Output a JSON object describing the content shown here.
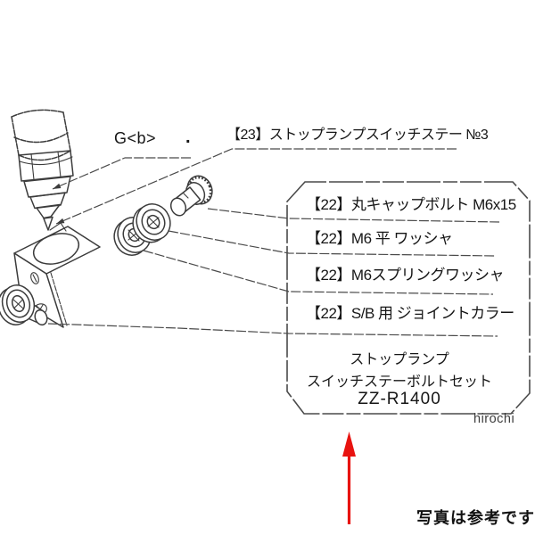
{
  "colors": {
    "background": "#ffffff",
    "line": "#3c3c3c",
    "text": "#161616",
    "watermark": "#3d3d3d",
    "arrow_red": "#e81310"
  },
  "callouts": {
    "g_note": "G<b>",
    "separator_dot": ".",
    "stay": "【23】ストップランプスイッチステー №3"
  },
  "parts_box": {
    "rows": [
      {
        "label": "【22】丸キャップボルト M6x15"
      },
      {
        "label": "【22】M6 平 ワッシャ"
      },
      {
        "label": "【22】M6スプリングワッシャ"
      },
      {
        "label": "【22】S/B 用 ジョイントカラー"
      }
    ],
    "set_title_line1": "ストップランプ",
    "set_title_line2": "スイッチステーボルトセット",
    "set_model": "ZZ-R1400"
  },
  "watermark": "hirochi",
  "footer_caption": "写真は参考です"
}
